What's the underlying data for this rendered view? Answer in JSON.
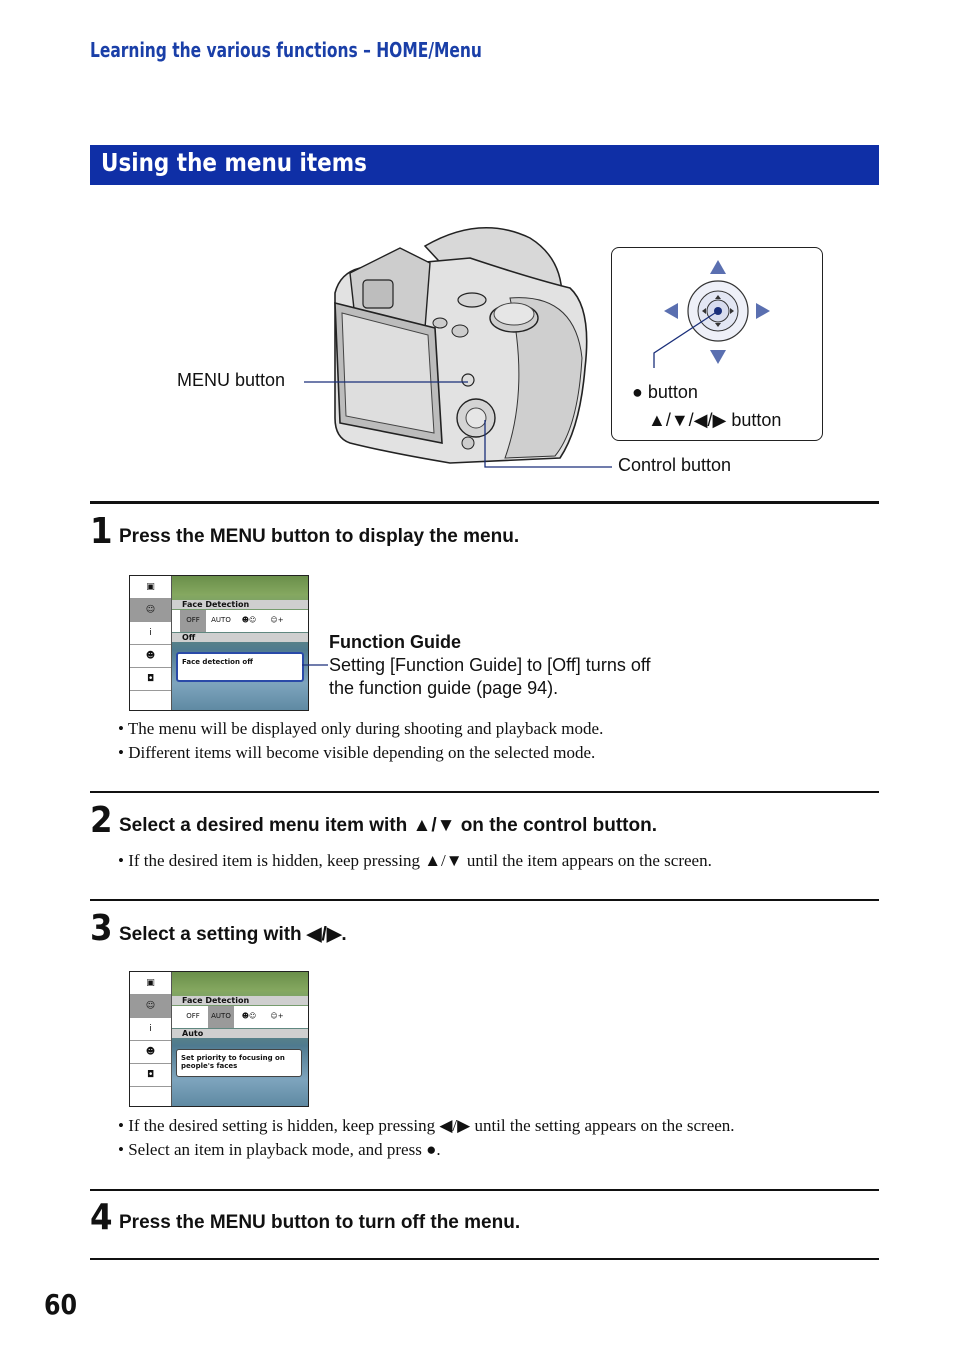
{
  "running_head": "Learning the various functions – HOME/Menu",
  "section_title": "Using the menu items",
  "figure": {
    "menu_button_label": "MENU button",
    "center_button_label": "● button",
    "arrows_button_label": "▲/▼/◀/▶ button",
    "control_button_label": "Control button"
  },
  "steps": [
    {
      "num": "1",
      "text": "Press the MENU button to display the menu.",
      "bullets": [
        "• The menu will be displayed only during shooting and playback mode.",
        "• Different items will become visible depending on the selected mode."
      ]
    },
    {
      "num": "2",
      "text": "Select a desired menu item with ▲/▼ on the control button.",
      "bullets": [
        "• If the desired item is hidden, keep pressing ▲/▼ until the item appears on the screen."
      ]
    },
    {
      "num": "3",
      "text": "Select a setting with ◀/▶.",
      "bullets": [
        "• If the desired setting is hidden, keep pressing ◀/▶ until the setting appears on the screen.",
        "• Select an item in playback mode, and press ●."
      ]
    },
    {
      "num": "4",
      "text": "Press the MENU button to turn off the menu.",
      "bullets": []
    }
  ],
  "function_guide": {
    "title": "Function Guide",
    "line1": "Setting [Function Guide] to [Off] turns off",
    "line2": "the function guide (page 94)."
  },
  "screen1": {
    "header": "Face Detection",
    "setting": "Off",
    "guide": "Face detection off",
    "opt_labels": [
      "OFF",
      "AUTO",
      "",
      ""
    ]
  },
  "screen2": {
    "header": "Face Detection",
    "setting": "Auto",
    "guide_line1": "Set priority to focusing on",
    "guide_line2": "people's faces",
    "opt_labels": [
      "OFF",
      "AUTO",
      "",
      ""
    ]
  },
  "page_number": "60"
}
